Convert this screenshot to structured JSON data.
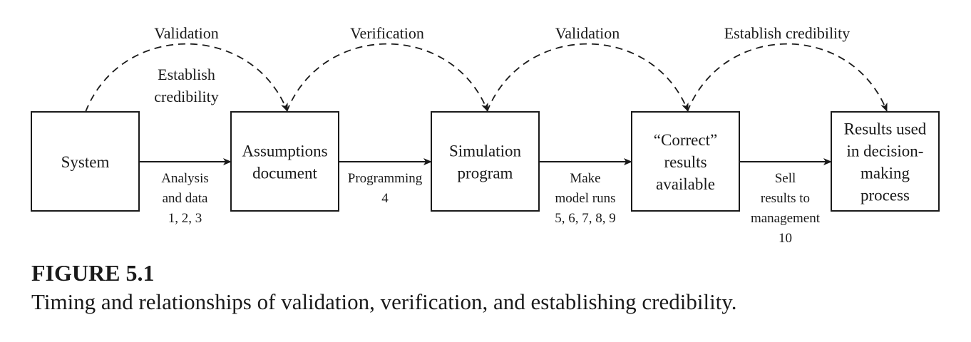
{
  "boxes": [
    {
      "id": "system",
      "lines": [
        "System"
      ]
    },
    {
      "id": "assumptions-document",
      "lines": [
        "Assumptions",
        "document"
      ]
    },
    {
      "id": "simulation-program",
      "lines": [
        "Simulation",
        "program"
      ]
    },
    {
      "id": "correct-results",
      "lines": [
        "“Correct”",
        "results",
        "available"
      ]
    },
    {
      "id": "results-used",
      "lines": [
        "Results used",
        "in decision-",
        "making",
        "process"
      ]
    }
  ],
  "edges": [
    {
      "from": "system",
      "to": "assumptions-document",
      "lines": [
        "Analysis",
        "and data",
        "1, 2, 3"
      ]
    },
    {
      "from": "assumptions-document",
      "to": "simulation-program",
      "lines": [
        "Programming",
        "4"
      ]
    },
    {
      "from": "simulation-program",
      "to": "correct-results",
      "lines": [
        "Make",
        "model runs",
        "5, 6, 7, 8, 9"
      ]
    },
    {
      "from": "correct-results",
      "to": "results-used",
      "lines": [
        "Sell",
        "results to",
        "management",
        "10"
      ]
    }
  ],
  "arcs": [
    {
      "from": "system",
      "to": "assumptions-document",
      "label": "Validation",
      "sublabel": [
        "Establish",
        "credibility"
      ]
    },
    {
      "from": "assumptions-document",
      "to": "simulation-program",
      "label": "Verification"
    },
    {
      "from": "simulation-program",
      "to": "correct-results",
      "label": "Validation"
    },
    {
      "from": "correct-results",
      "to": "results-used",
      "label": "Establish credibility"
    }
  ],
  "caption": {
    "title": "FIGURE 5.1",
    "text": "Timing and relationships of validation, verification, and establishing credibility."
  }
}
